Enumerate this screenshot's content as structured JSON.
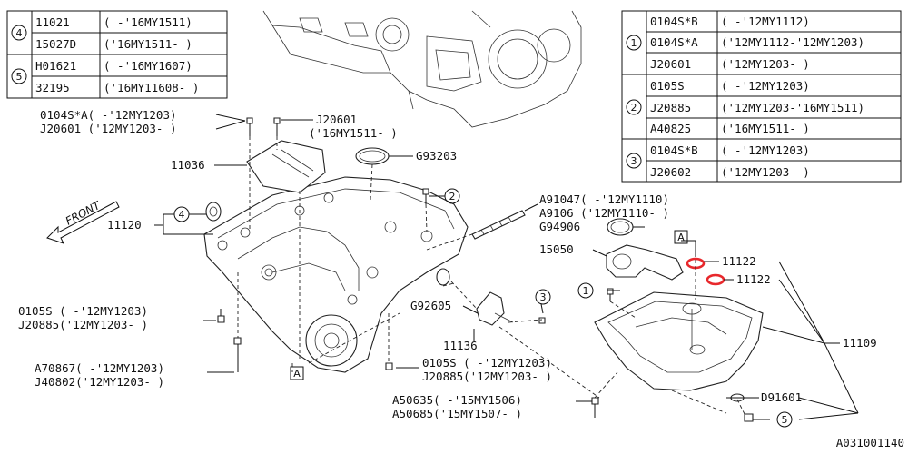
{
  "diagram_code": "A031001140",
  "front_label": "FRONT",
  "box_marker": "A",
  "table_left": [
    {
      "group": "4",
      "rows": [
        {
          "code": "11021",
          "range": "( -'16MY1511)"
        },
        {
          "code": "15027D",
          "range": "('16MY1511- )"
        }
      ]
    },
    {
      "group": "5",
      "rows": [
        {
          "code": "H01621",
          "range": "( -'16MY1607)"
        },
        {
          "code": "32195",
          "range": "('16MY11608- )"
        }
      ]
    }
  ],
  "table_right": [
    {
      "group": "1",
      "rows": [
        {
          "code": "0104S*B",
          "range": "( -'12MY1112)"
        },
        {
          "code": "0104S*A",
          "range": "('12MY1112-'12MY1203)"
        },
        {
          "code": "J20601",
          "range": "('12MY1203- )"
        }
      ]
    },
    {
      "group": "2",
      "rows": [
        {
          "code": "0105S",
          "range": "( -'12MY1203)"
        },
        {
          "code": "J20885",
          "range": "('12MY1203-'16MY1511)"
        },
        {
          "code": "A40825",
          "range": "('16MY1511- )"
        }
      ]
    },
    {
      "group": "3",
      "rows": [
        {
          "code": "0104S*B",
          "range": "( -'12MY1203)"
        },
        {
          "code": "J20602",
          "range": "('12MY1203- )"
        }
      ]
    }
  ],
  "labels": {
    "l_0104sa": "0104S*A( -'12MY1203)",
    "l_j20601_a": "J20601 ('12MY1203- )",
    "l_j20601_b": "J20601",
    "l_16my1511": "('16MY1511- )",
    "l_11036": "11036",
    "l_g93203": "G93203",
    "l_11120": "11120",
    "l_a91047": "A91047( -'12MY1110)",
    "l_a9106": "A9106 ('12MY1110- )",
    "l_g94906": "G94906",
    "l_15050": "15050",
    "l_11122_a": "11122",
    "l_11122_b": "11122",
    "l_11109": "11109",
    "l_0105s_left": "0105S  ( -'12MY1203)",
    "l_j20885_left": "J20885('12MY1203- )",
    "l_g92605": "G92605",
    "l_11136": "11136",
    "l_a70867": "A70867( -'12MY1203)",
    "l_j40802": "J40802('12MY1203- )",
    "l_0105s_mid": "0105S  ( -'12MY1203)",
    "l_j20885_mid": "J20885('12MY1203- )",
    "l_a50635": "A50635( -'15MY1506)",
    "l_a50685": "A50685('15MY1507- )",
    "l_d91601": "D91601"
  },
  "callouts": {
    "c4": "4",
    "c2": "2",
    "c1": "1",
    "c3": "3",
    "c5": "5"
  },
  "colors": {
    "line": "#111111",
    "highlight": "#e8282c"
  }
}
